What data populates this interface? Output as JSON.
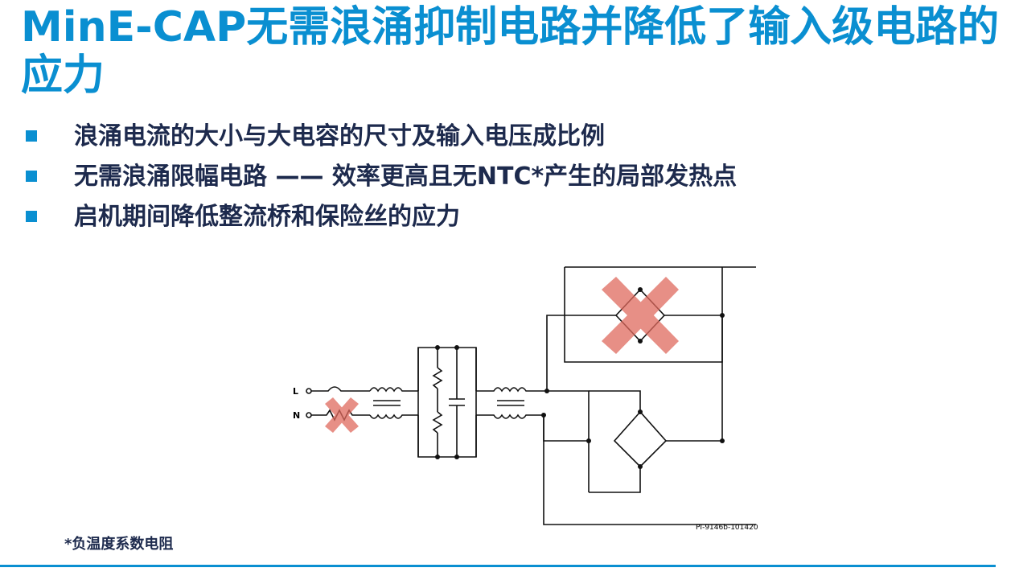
{
  "slide": {
    "title": "MinE-CAP无需浪涌抑制电路并降低了输入级电路的应力",
    "bullets": [
      "浪涌电流的大小与大电容的尺寸及输入电压成比例",
      "无需浪涌限幅电路 —— 效率更高且无NTC*产生的局部发热点",
      "启机期间降低整流桥和保险丝的应力"
    ],
    "footnote": "*负温度系数电阻"
  },
  "diagram": {
    "label_l": "L",
    "label_n": "N",
    "drawing_id": "PI-9146b-101420",
    "accent_color": "#0a8fd1",
    "cross_color": "#e06a5e",
    "line_color": "#111111"
  }
}
